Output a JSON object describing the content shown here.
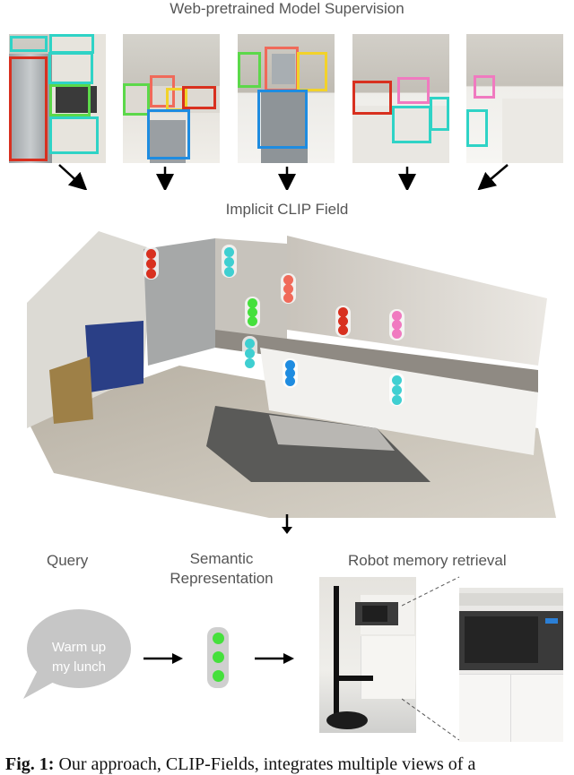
{
  "figure": {
    "top_title": "Web-pretrained Model Supervision",
    "middle_title": "Implicit CLIP Field",
    "query_label": "Query",
    "semantic_label_line1": "Semantic",
    "semantic_label_line2": "Representation",
    "retrieval_label": "Robot memory retrieval",
    "bubble_line1": "Warm up",
    "bubble_line2": "my lunch",
    "caption_bold": "Fig. 1:",
    "caption_text": "Our approach, CLIP-Fields, integrates multiple views of a",
    "colors": {
      "red": "#d8301f",
      "green": "#5cd84a",
      "cyan": "#2fd3c6",
      "blue": "#1f8ce0",
      "yellow": "#f2d22a",
      "pink": "#f07ac0",
      "salmon": "#f06a5a",
      "bright_green": "#45e03c",
      "teal": "#3fcfd1"
    },
    "icons": [
      "down-arrow-icon",
      "right-arrow-icon",
      "speech-bubble-icon",
      "traffic-light-stack-icon"
    ]
  }
}
